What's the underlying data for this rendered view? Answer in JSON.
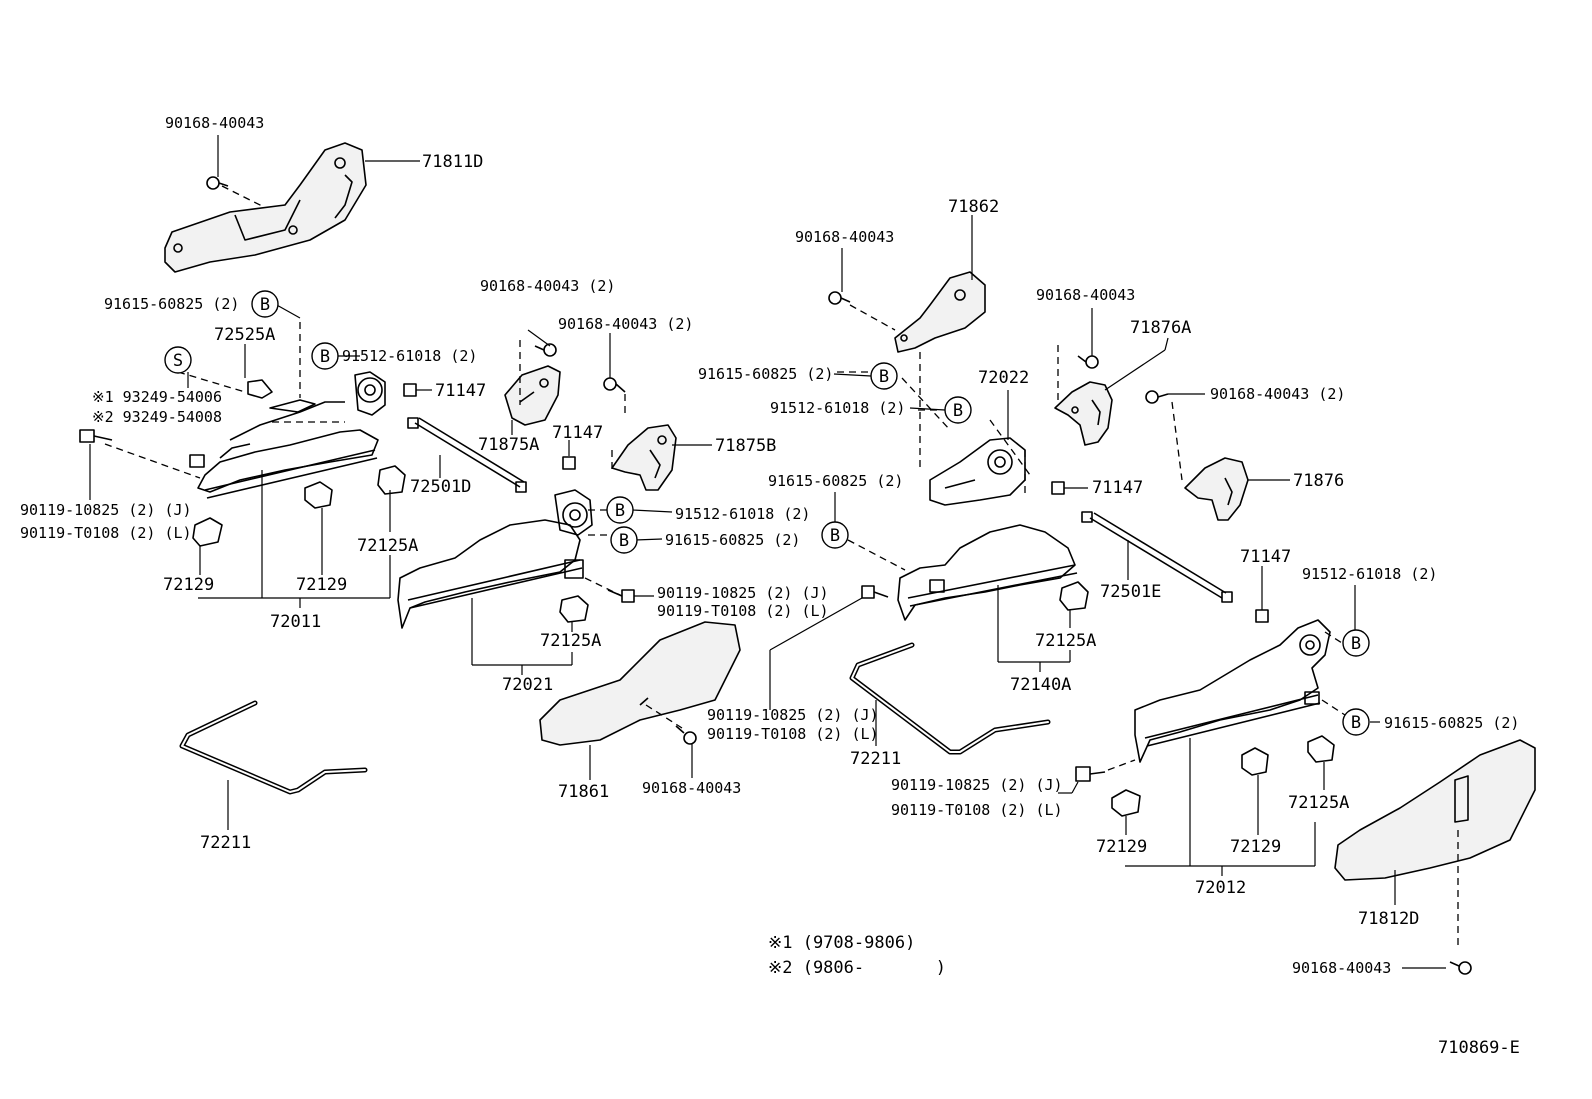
{
  "diagram_id": "710869-E",
  "circle_letters": {
    "b": "B",
    "s": "S"
  },
  "labels": {
    "l_90168_a": "90168-40043",
    "l_71811d": "71811D",
    "l_91615_a": "91615-60825 (2)",
    "l_72525a": "72525A",
    "l_91512_a": "91512-61018 (2)",
    "l_93249_1": "※1 93249-54006",
    "l_93249_2": "※2 93249-54008",
    "l_71147_a": "71147",
    "l_90119_a1": "90119-10825 (2) (J)",
    "l_90119_a2": "90119-T0108 (2) (L)",
    "l_72501d": "72501D",
    "l_72125a_a": "72125A",
    "l_72129_a": "72129",
    "l_72129_b": "72129",
    "l_72011": "72011",
    "l_72211_a": "72211",
    "l_90168_b": "90168-40043 (2)",
    "l_90168_c": "90168-40043 (2)",
    "l_71875a": "71875A",
    "l_71147_b": "71147",
    "l_71875b": "71875B",
    "l_91512_b": "91512-61018 (2)",
    "l_91615_b": "91615-60825 (2)",
    "l_90119_b1": "90119-10825 (2) (J)",
    "l_90119_b2": "90119-T0108 (2) (L)",
    "l_72125a_b": "72125A",
    "l_72021": "72021",
    "l_71861": "71861",
    "l_90168_d": "90168-40043",
    "l_90119_c1": "90119-10825 (2) (J)",
    "l_90119_c2": "90119-T0108 (2) (L)",
    "l_71862": "71862",
    "l_90168_e": "90168-40043",
    "l_91615_c": "91615-60825 (2)",
    "l_91512_c": "91512-61018 (2)",
    "l_72022": "72022",
    "l_90168_f": "90168-40043",
    "l_71876a": "71876A",
    "l_90168_g": "90168-40043 (2)",
    "l_91615_d": "91615-60825 (2)",
    "l_71147_c": "71147",
    "l_71876": "71876",
    "l_72501e": "72501E",
    "l_72125a_c": "72125A",
    "l_72140a": "72140A",
    "l_72211_b": "72211",
    "l_71147_d": "71147",
    "l_91512_d": "91512-61018 (2)",
    "l_91615_e": "91615-60825 (2)",
    "l_90119_d1": "90119-10825 (2) (J)",
    "l_90119_d2": "90119-T0108 (2) (L)",
    "l_72125a_d": "72125A",
    "l_72129_c": "72129",
    "l_72129_d": "72129",
    "l_72012": "72012",
    "l_71812d": "71812D",
    "l_90168_h": "90168-40043"
  },
  "footnotes": {
    "note1": "※1 (9708-9806)",
    "note2": "※2 (9806-       )"
  }
}
